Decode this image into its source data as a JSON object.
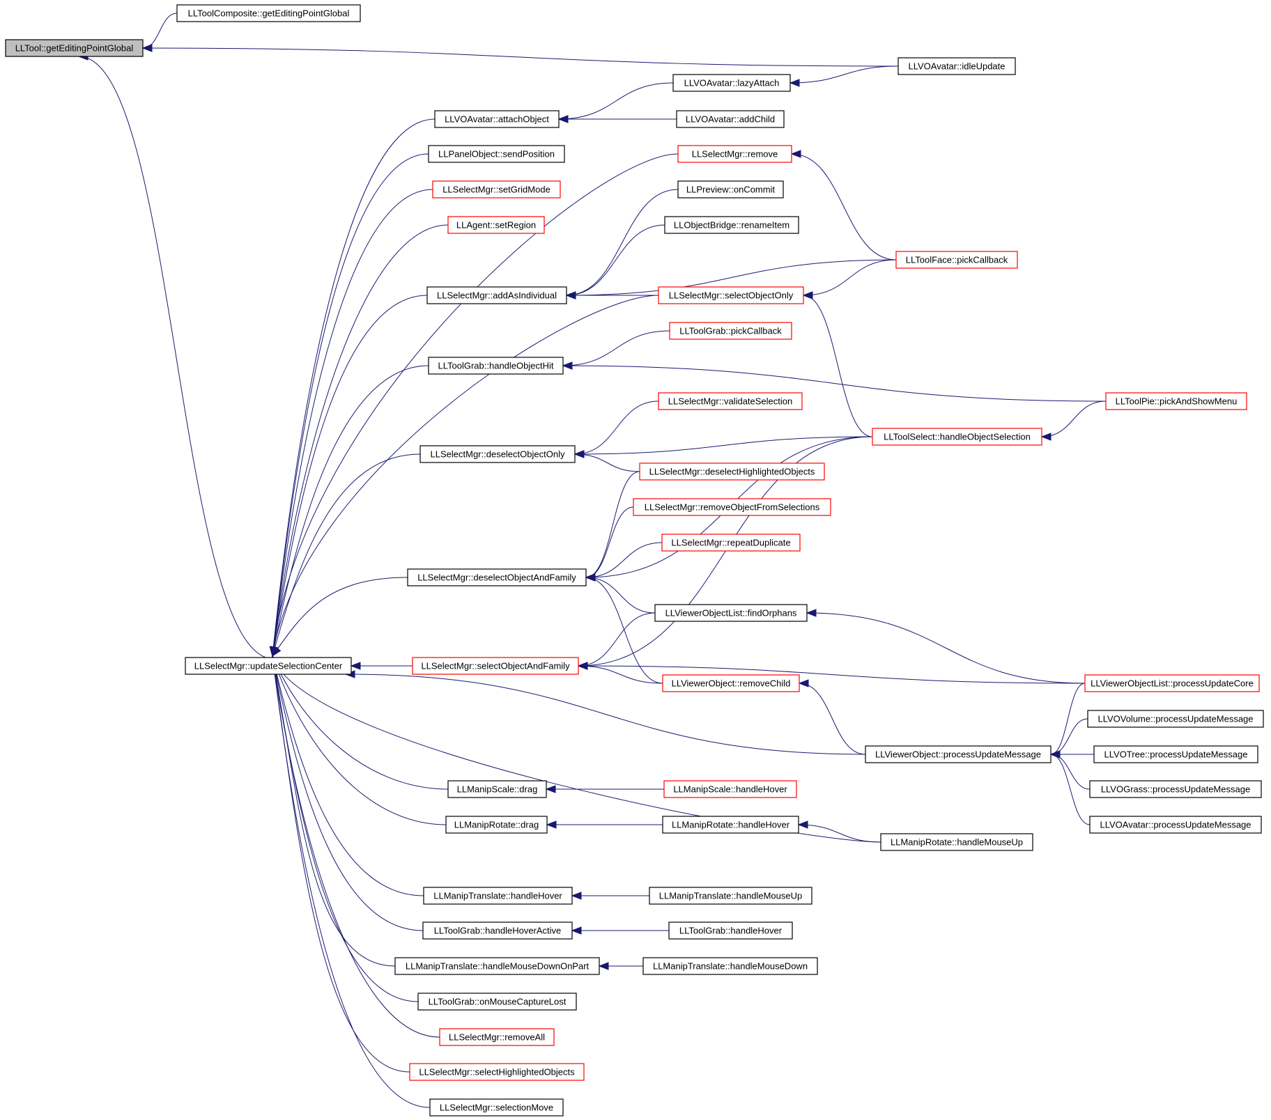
{
  "colors": {
    "edge": "#191970",
    "node_border": "#000000",
    "truncated_border": "#ff0000",
    "root_fill": "#bfbfbf",
    "node_fill": "#ffffff"
  },
  "nodes": [
    {
      "id": "root",
      "label": "LLTool::getEditingPointGlobal",
      "root": true
    },
    {
      "id": "tc_gepg",
      "label": "LLToolComposite::getEditingPointGlobal"
    },
    {
      "id": "vo_idle",
      "label": "LLVOAvatar::idleUpdate"
    },
    {
      "id": "vo_lazy",
      "label": "LLVOAvatar::lazyAttach"
    },
    {
      "id": "vo_attach",
      "label": "LLVOAvatar::attachObject"
    },
    {
      "id": "vo_addchild",
      "label": "LLVOAvatar::addChild"
    },
    {
      "id": "po_sendpos",
      "label": "LLPanelObject::sendPosition"
    },
    {
      "id": "sm_remove",
      "label": "LLSelectMgr::remove",
      "truncated": true
    },
    {
      "id": "sm_setgrid",
      "label": "LLSelectMgr::setGridMode",
      "truncated": true
    },
    {
      "id": "pv_commit",
      "label": "LLPreview::onCommit"
    },
    {
      "id": "ag_setregion",
      "label": "LLAgent::setRegion",
      "truncated": true
    },
    {
      "id": "ob_rename",
      "label": "LLObjectBridge::renameItem"
    },
    {
      "id": "tf_pick",
      "label": "LLToolFace::pickCallback",
      "truncated": true
    },
    {
      "id": "sm_addind",
      "label": "LLSelectMgr::addAsIndividual"
    },
    {
      "id": "sm_selonly",
      "label": "LLSelectMgr::selectObjectOnly",
      "truncated": true
    },
    {
      "id": "tg_pick",
      "label": "LLToolGrab::pickCallback",
      "truncated": true
    },
    {
      "id": "tg_hit",
      "label": "LLToolGrab::handleObjectHit"
    },
    {
      "id": "tp_pick",
      "label": "LLToolPie::pickAndShowMenu",
      "truncated": true
    },
    {
      "id": "sm_validate",
      "label": "LLSelectMgr::validateSelection",
      "truncated": true
    },
    {
      "id": "ts_handle",
      "label": "LLToolSelect::handleObjectSelection",
      "truncated": true
    },
    {
      "id": "sm_deselonly",
      "label": "LLSelectMgr::deselectObjectOnly"
    },
    {
      "id": "sm_deselhl",
      "label": "LLSelectMgr::deselectHighlightedObjects",
      "truncated": true
    },
    {
      "id": "sm_remsel",
      "label": "LLSelectMgr::removeObjectFromSelections",
      "truncated": true
    },
    {
      "id": "sm_repdup",
      "label": "LLSelectMgr::repeatDuplicate",
      "truncated": true
    },
    {
      "id": "sm_deselfam",
      "label": "LLSelectMgr::deselectObjectAndFamily"
    },
    {
      "id": "vol_orph",
      "label": "LLViewerObjectList::findOrphans"
    },
    {
      "id": "sm_update",
      "label": "LLSelectMgr::updateSelectionCenter"
    },
    {
      "id": "sm_selfam",
      "label": "LLSelectMgr::selectObjectAndFamily",
      "truncated": true
    },
    {
      "id": "vobj_remchild",
      "label": "LLViewerObject::removeChild",
      "truncated": true
    },
    {
      "id": "vol_puc",
      "label": "LLViewerObjectList::processUpdateCore",
      "truncated": true
    },
    {
      "id": "vvol_pum",
      "label": "LLVOVolume::processUpdateMessage"
    },
    {
      "id": "vobj_pum",
      "label": "LLViewerObject::processUpdateMessage"
    },
    {
      "id": "vtree_pum",
      "label": "LLVOTree::processUpdateMessage"
    },
    {
      "id": "ms_drag",
      "label": "LLManipScale::drag"
    },
    {
      "id": "ms_hover",
      "label": "LLManipScale::handleHover",
      "truncated": true
    },
    {
      "id": "vgrass_pum",
      "label": "LLVOGrass::processUpdateMessage"
    },
    {
      "id": "mr_drag",
      "label": "LLManipRotate::drag"
    },
    {
      "id": "mr_hover",
      "label": "LLManipRotate::handleHover"
    },
    {
      "id": "vav_pum",
      "label": "LLVOAvatar::processUpdateMessage"
    },
    {
      "id": "mr_mouseup",
      "label": "LLManipRotate::handleMouseUp"
    },
    {
      "id": "mt_hover",
      "label": "LLManipTranslate::handleHover"
    },
    {
      "id": "mt_mouseup",
      "label": "LLManipTranslate::handleMouseUp"
    },
    {
      "id": "tg_hoveract",
      "label": "LLToolGrab::handleHoverActive"
    },
    {
      "id": "tg_hover",
      "label": "LLToolGrab::handleHover"
    },
    {
      "id": "mt_mdpart",
      "label": "LLManipTranslate::handleMouseDownOnPart"
    },
    {
      "id": "mt_md",
      "label": "LLManipTranslate::handleMouseDown"
    },
    {
      "id": "tg_mcl",
      "label": "LLToolGrab::onMouseCaptureLost"
    },
    {
      "id": "sm_remall",
      "label": "LLSelectMgr::removeAll",
      "truncated": true
    },
    {
      "id": "sm_selhl",
      "label": "LLSelectMgr::selectHighlightedObjects",
      "truncated": true
    },
    {
      "id": "sm_selmove",
      "label": "LLSelectMgr::selectionMove"
    }
  ],
  "edges": [
    [
      "tc_gepg",
      "root"
    ],
    [
      "vo_idle",
      "root"
    ],
    [
      "sm_update",
      "root"
    ],
    [
      "vo_lazy",
      "vo_attach"
    ],
    [
      "vo_addchild",
      "vo_attach"
    ],
    [
      "vo_idle",
      "vo_lazy"
    ],
    [
      "vo_attach",
      "sm_update"
    ],
    [
      "po_sendpos",
      "sm_update"
    ],
    [
      "sm_setgrid",
      "sm_update"
    ],
    [
      "ag_setregion",
      "sm_update"
    ],
    [
      "sm_remove",
      "sm_update"
    ],
    [
      "sm_addind",
      "sm_update"
    ],
    [
      "sm_selonly",
      "sm_update"
    ],
    [
      "tg_hit",
      "sm_update"
    ],
    [
      "sm_deselonly",
      "sm_update"
    ],
    [
      "sm_deselfam",
      "sm_update"
    ],
    [
      "sm_selfam",
      "sm_update"
    ],
    [
      "vobj_pum",
      "sm_update"
    ],
    [
      "ms_drag",
      "sm_update"
    ],
    [
      "mr_drag",
      "sm_update"
    ],
    [
      "mr_mouseup",
      "sm_update"
    ],
    [
      "mt_hover",
      "sm_update"
    ],
    [
      "tg_hoveract",
      "sm_update"
    ],
    [
      "mt_mdpart",
      "sm_update"
    ],
    [
      "tg_mcl",
      "sm_update"
    ],
    [
      "sm_remall",
      "sm_update"
    ],
    [
      "sm_selhl",
      "sm_update"
    ],
    [
      "sm_selmove",
      "sm_update"
    ],
    [
      "tf_pick",
      "sm_remove"
    ],
    [
      "pv_commit",
      "sm_addind"
    ],
    [
      "ob_rename",
      "sm_addind"
    ],
    [
      "tf_pick",
      "sm_addind"
    ],
    [
      "sm_selonly",
      "sm_addind"
    ],
    [
      "tf_pick",
      "sm_selonly"
    ],
    [
      "ts_handle",
      "sm_selonly"
    ],
    [
      "tg_pick",
      "tg_hit"
    ],
    [
      "tp_pick",
      "tg_hit"
    ],
    [
      "tp_pick",
      "ts_handle"
    ],
    [
      "sm_validate",
      "sm_deselonly"
    ],
    [
      "ts_handle",
      "sm_deselonly"
    ],
    [
      "sm_deselhl",
      "sm_deselonly"
    ],
    [
      "sm_deselhl",
      "sm_deselfam"
    ],
    [
      "sm_remsel",
      "sm_deselfam"
    ],
    [
      "sm_repdup",
      "sm_deselfam"
    ],
    [
      "ts_handle",
      "sm_deselfam"
    ],
    [
      "vol_orph",
      "sm_deselfam"
    ],
    [
      "vobj_remchild",
      "sm_deselfam"
    ],
    [
      "vol_orph",
      "sm_selfam"
    ],
    [
      "ts_handle",
      "sm_selfam"
    ],
    [
      "vobj_remchild",
      "sm_selfam"
    ],
    [
      "vol_puc",
      "sm_selfam"
    ],
    [
      "vol_puc",
      "vol_orph"
    ],
    [
      "vobj_pum",
      "vobj_remchild"
    ],
    [
      "vol_puc",
      "vobj_pum"
    ],
    [
      "vvol_pum",
      "vobj_pum"
    ],
    [
      "vtree_pum",
      "vobj_pum"
    ],
    [
      "vgrass_pum",
      "vobj_pum"
    ],
    [
      "vav_pum",
      "vobj_pum"
    ],
    [
      "ms_hover",
      "ms_drag"
    ],
    [
      "mr_hover",
      "mr_drag"
    ],
    [
      "mr_mouseup",
      "mr_hover"
    ],
    [
      "mt_mouseup",
      "mt_hover"
    ],
    [
      "tg_hover",
      "tg_hoveract"
    ],
    [
      "mt_md",
      "mt_mdpart"
    ]
  ]
}
